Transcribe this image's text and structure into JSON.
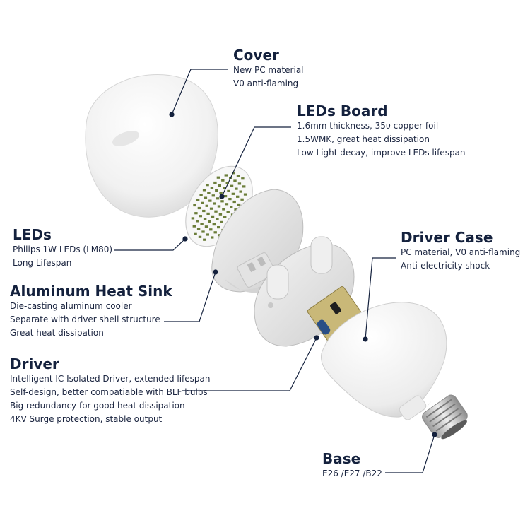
{
  "parts": {
    "cover": {
      "title": "Cover",
      "lines": [
        "New PC material",
        "V0 anti-flaming"
      ]
    },
    "leds_board": {
      "title": "LEDs Board",
      "lines": [
        "1.6mm thickness, 35υ copper foil",
        "1.5WMK, great heat dissipation",
        "Low Light decay, improve LEDs lifespan"
      ]
    },
    "leds": {
      "title": "LEDs",
      "lines": [
        "Philips 1W LEDs (LM80)",
        "Long Lifespan"
      ]
    },
    "driver_case": {
      "title": "Driver Case",
      "lines": [
        "PC material, V0 anti-flaming",
        "Anti-electricity shock"
      ]
    },
    "heat_sink": {
      "title": "Aluminum Heat Sink",
      "lines": [
        "Die-casting aluminum cooler",
        "Separate with driver shell structure",
        "Great heat dissipation"
      ]
    },
    "driver": {
      "title": "Driver",
      "lines": [
        "Intelligent IC Isolated Driver, extended lifespan",
        "Self-design, better compatiable with BLF bulbs",
        "Big redundancy for good heat dissipation",
        "4KV Surge protection, stable output"
      ]
    },
    "base": {
      "title": "Base",
      "lines": [
        "E26 /E27 /B22"
      ]
    }
  },
  "colors": {
    "text": "#14213d",
    "leader": "#14213d",
    "part_white": "#f2f2f2",
    "pcb_green": "#6b7d3a"
  }
}
